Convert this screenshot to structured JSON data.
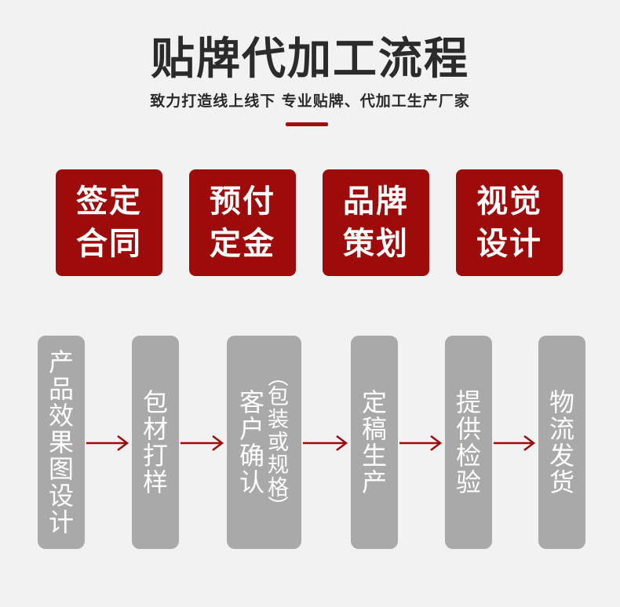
{
  "header": {
    "title": "贴牌代加工流程",
    "subtitle": "致力打造线上线下 专业贴牌、代加工生产厂家"
  },
  "top_steps": [
    {
      "lines": [
        "签定",
        "合同"
      ]
    },
    {
      "lines": [
        "预付",
        "定金"
      ]
    },
    {
      "lines": [
        "品牌",
        "策划"
      ]
    },
    {
      "lines": [
        "视觉",
        "设计"
      ]
    }
  ],
  "bottom_steps": [
    {
      "main": "产品效果图设计"
    },
    {
      "main": "包材打样"
    },
    {
      "main": "客户确认",
      "note": "包装或规格"
    },
    {
      "main": "定稿生产"
    },
    {
      "main": "提供检验"
    },
    {
      "main": "物流发货"
    }
  ],
  "colors": {
    "accent_red": "#9d0b0b",
    "step_gray": "#a9a9a9",
    "background": "#f3f2f2",
    "arrow": "#9d0b0b"
  }
}
